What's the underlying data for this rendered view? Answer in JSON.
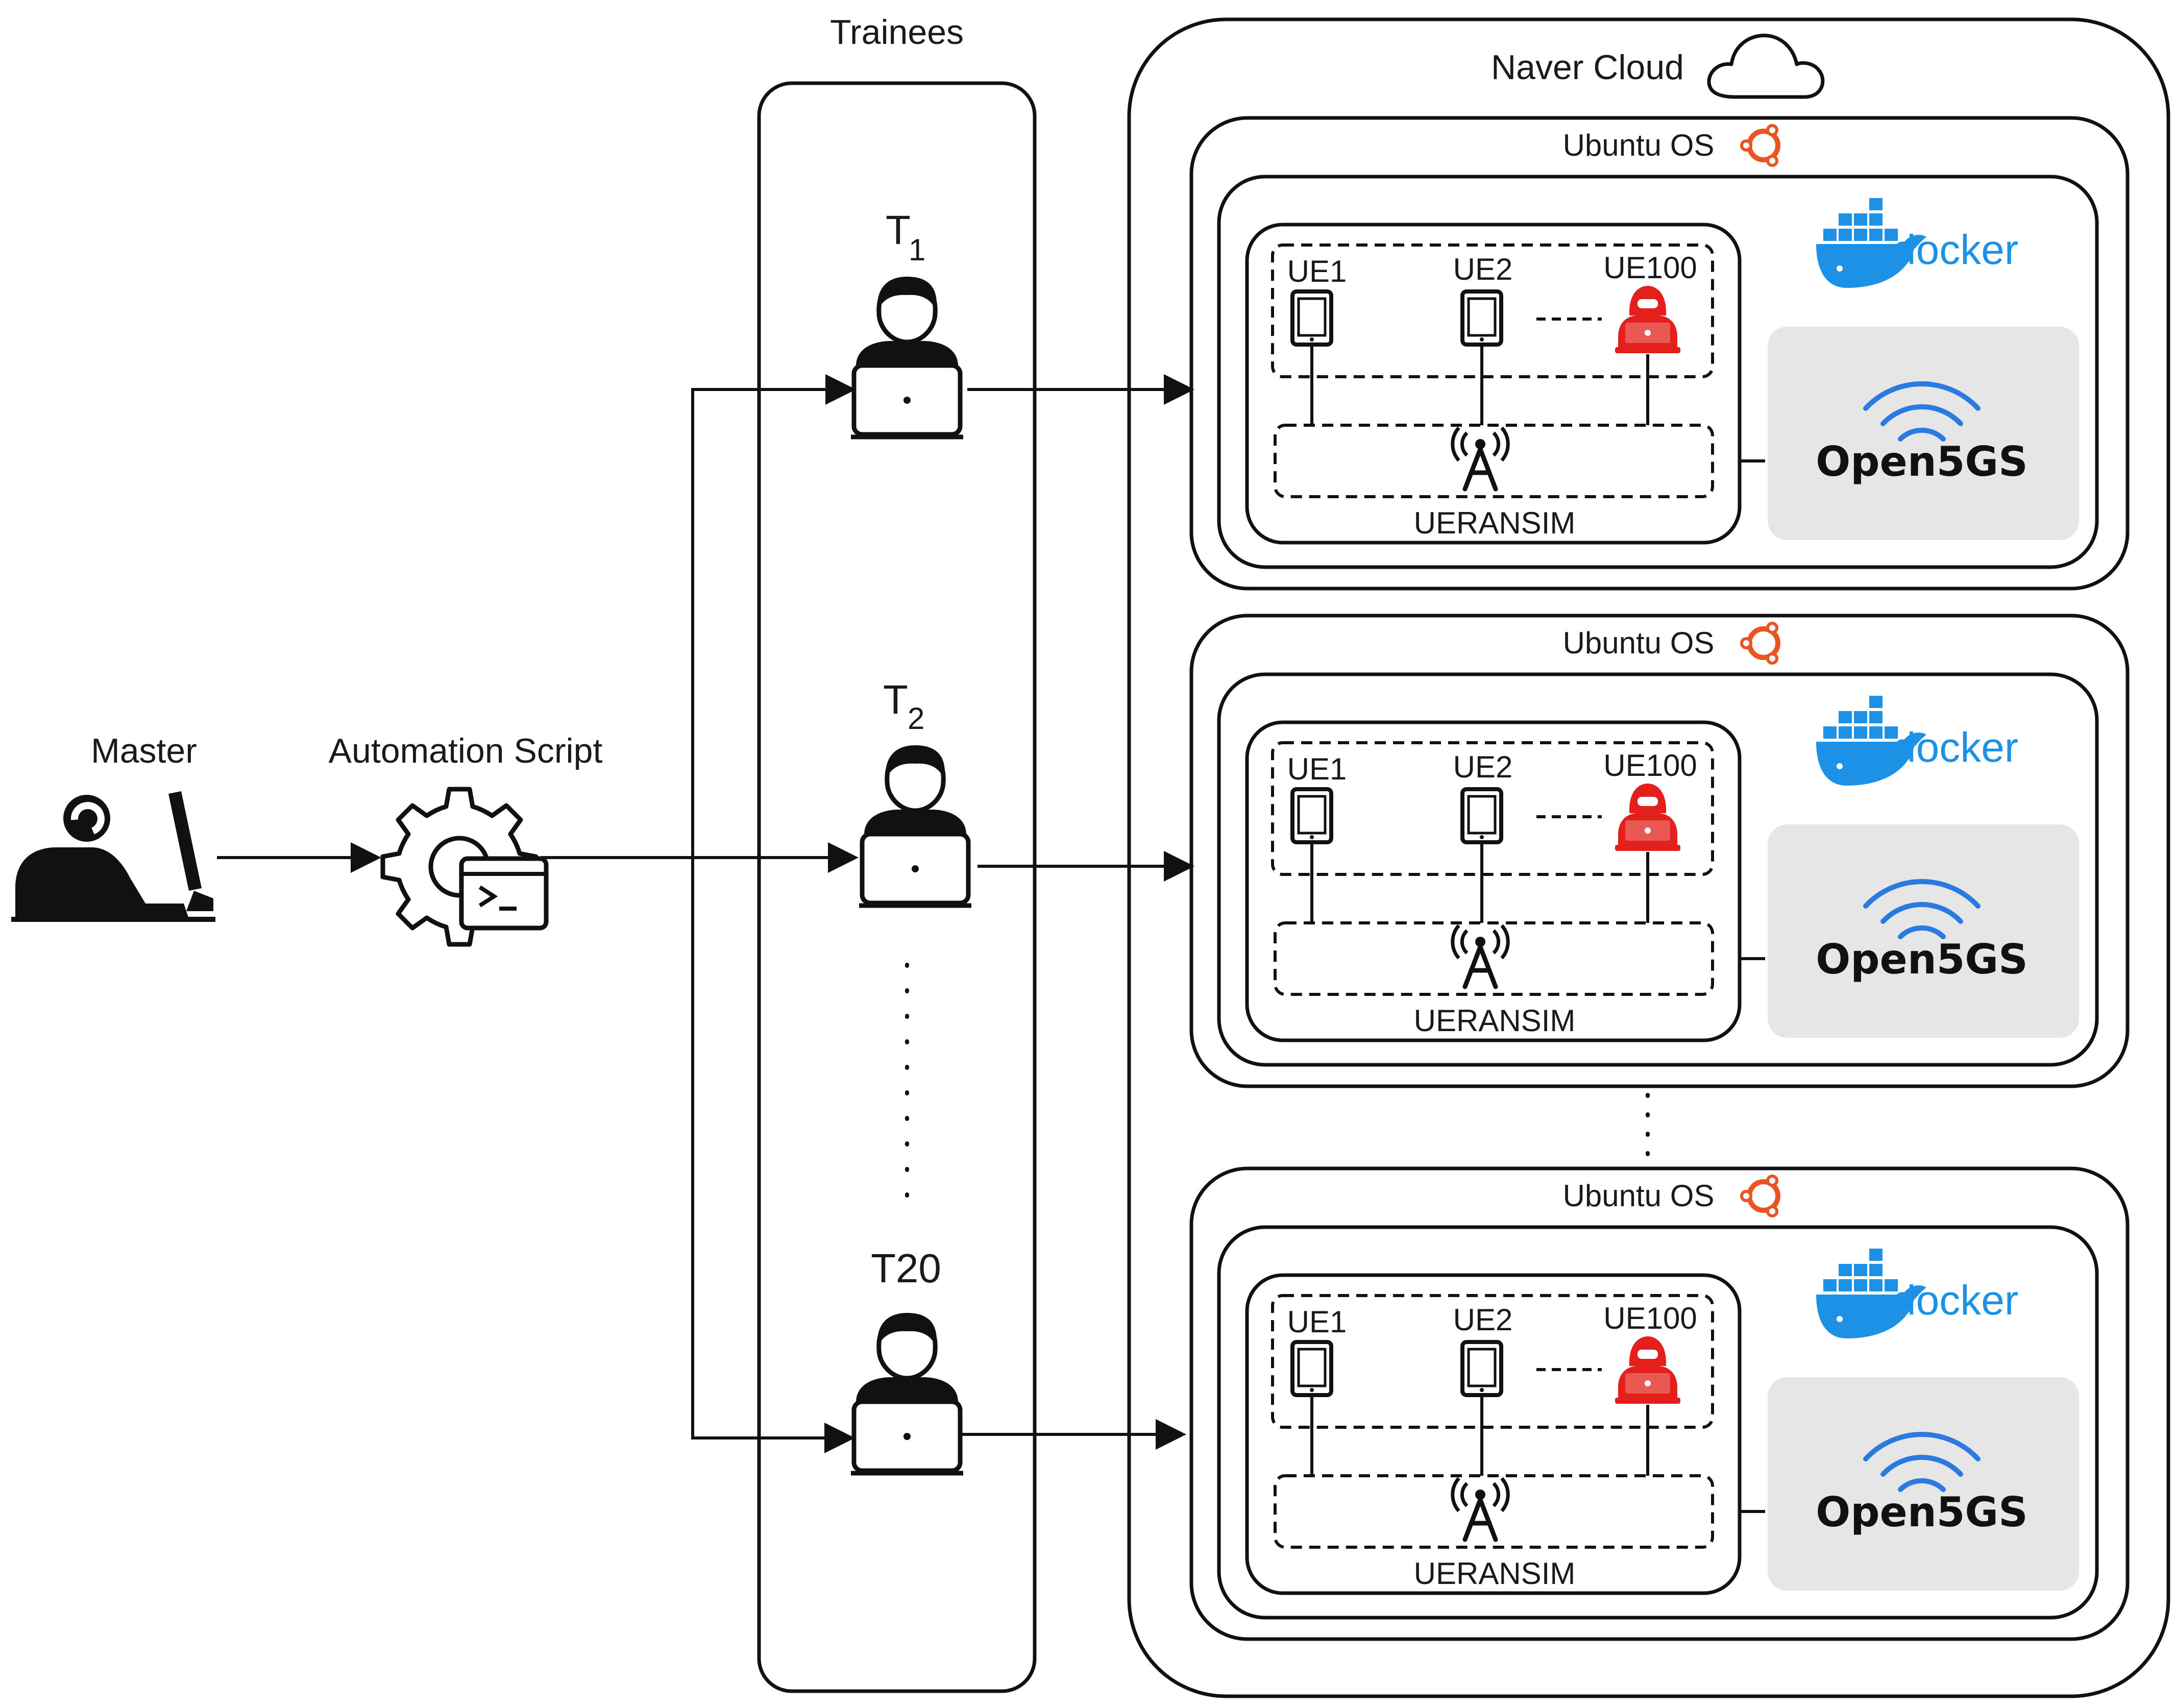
{
  "labels": {
    "master": "Master",
    "automation": "Automation Script",
    "trainees": "Trainees",
    "cloud": "Naver Cloud"
  },
  "trainees": [
    {
      "letter": "T",
      "sub": "1"
    },
    {
      "letter": "T",
      "sub": "2"
    },
    {
      "letter": "T20",
      "sub": ""
    }
  ],
  "vms": [
    {
      "os": "Ubuntu OS",
      "docker": "docker",
      "core": "Open5GS",
      "ran": "UERANSIM",
      "ues": [
        "UE1",
        "UE2",
        "UE100"
      ]
    },
    {
      "os": "Ubuntu OS",
      "docker": "docker",
      "core": "Open5GS",
      "ran": "UERANSIM",
      "ues": [
        "UE1",
        "UE2",
        "UE100"
      ]
    },
    {
      "os": "Ubuntu OS",
      "docker": "docker",
      "core": "Open5GS",
      "ran": "UERANSIM",
      "ues": [
        "UE1",
        "UE2",
        "UE100"
      ]
    }
  ],
  "colors": {
    "stroke": "#111111",
    "attacker": "#e3201b",
    "ubuntu": "#e95420",
    "docker": "#1d91e6",
    "wifi": "#2a7ae2",
    "core_bg": "#e6e6e6"
  },
  "icons": {
    "master": "master-icon",
    "automation": "gear-terminal-icon",
    "trainee": "trainee-laptop-icon",
    "cloud": "cloud-icon",
    "ubuntu": "ubuntu-icon",
    "docker": "docker-whale-icon",
    "ue": "phone-icon",
    "attacker": "hacker-icon",
    "gnb": "gnb-antenna-icon",
    "wifi": "wifi-icon"
  }
}
